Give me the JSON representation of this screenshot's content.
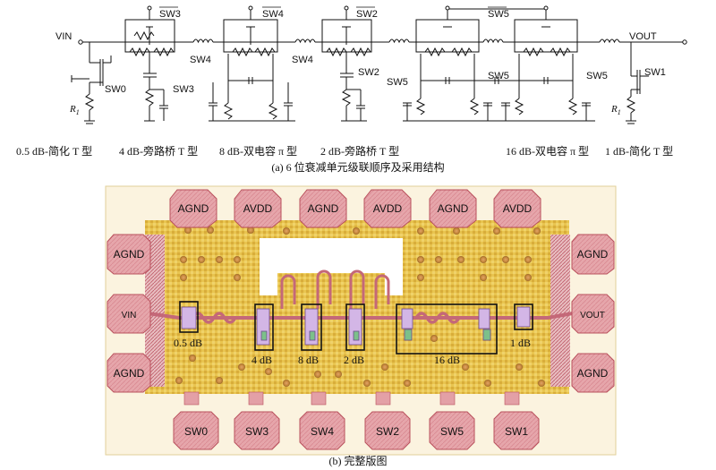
{
  "schematic": {
    "nodes": {
      "vin": "VIN",
      "vout": "VOUT"
    },
    "switch_labels": {
      "sw3_bar": "SW3",
      "sw4_bar": "SW4",
      "sw2_bar": "SW2",
      "sw5_bar": "SW5",
      "sw0": "SW0",
      "sw3": "SW3",
      "sw4_left": "SW4",
      "sw4_right": "SW4",
      "sw2": "SW2",
      "sw5_a": "SW5",
      "sw5_b": "SW5",
      "sw5_c": "SW5",
      "sw1": "SW1"
    },
    "resistor_label": "R",
    "resistor_sub": "1",
    "stage_captions": [
      "0.5 dB-简化 T 型",
      "4 dB-旁路桥 T 型",
      "8 dB-双电容 π 型",
      "2 dB-旁路桥 T 型",
      "16 dB-双电容 π 型",
      "1 dB-简化 T 型"
    ],
    "caption": "(a) 6 位衰减单元级联顺序及采用结构"
  },
  "layout": {
    "top_pads": [
      "AGND",
      "AVDD",
      "AGND",
      "AVDD",
      "AGND",
      "AVDD"
    ],
    "left_pads": [
      "AGND",
      "VIN",
      "AGND"
    ],
    "right_pads": [
      "AGND",
      "VOUT",
      "AGND"
    ],
    "bottom_pads": [
      "SW0",
      "SW3",
      "SW4",
      "SW2",
      "SW5",
      "SW1"
    ],
    "stage_labels": [
      "0.5 dB",
      "4 dB",
      "8 dB",
      "2 dB",
      "16 dB",
      "1 dB"
    ],
    "caption": "(b) 完整版图"
  },
  "colors": {
    "pad_fill": "#e3a0a6",
    "pad_stroke": "#b9505c",
    "die_fill": "#e8c44f",
    "ground_via": "#c98a3c",
    "trace": "#c46878",
    "frame": "#111111"
  }
}
